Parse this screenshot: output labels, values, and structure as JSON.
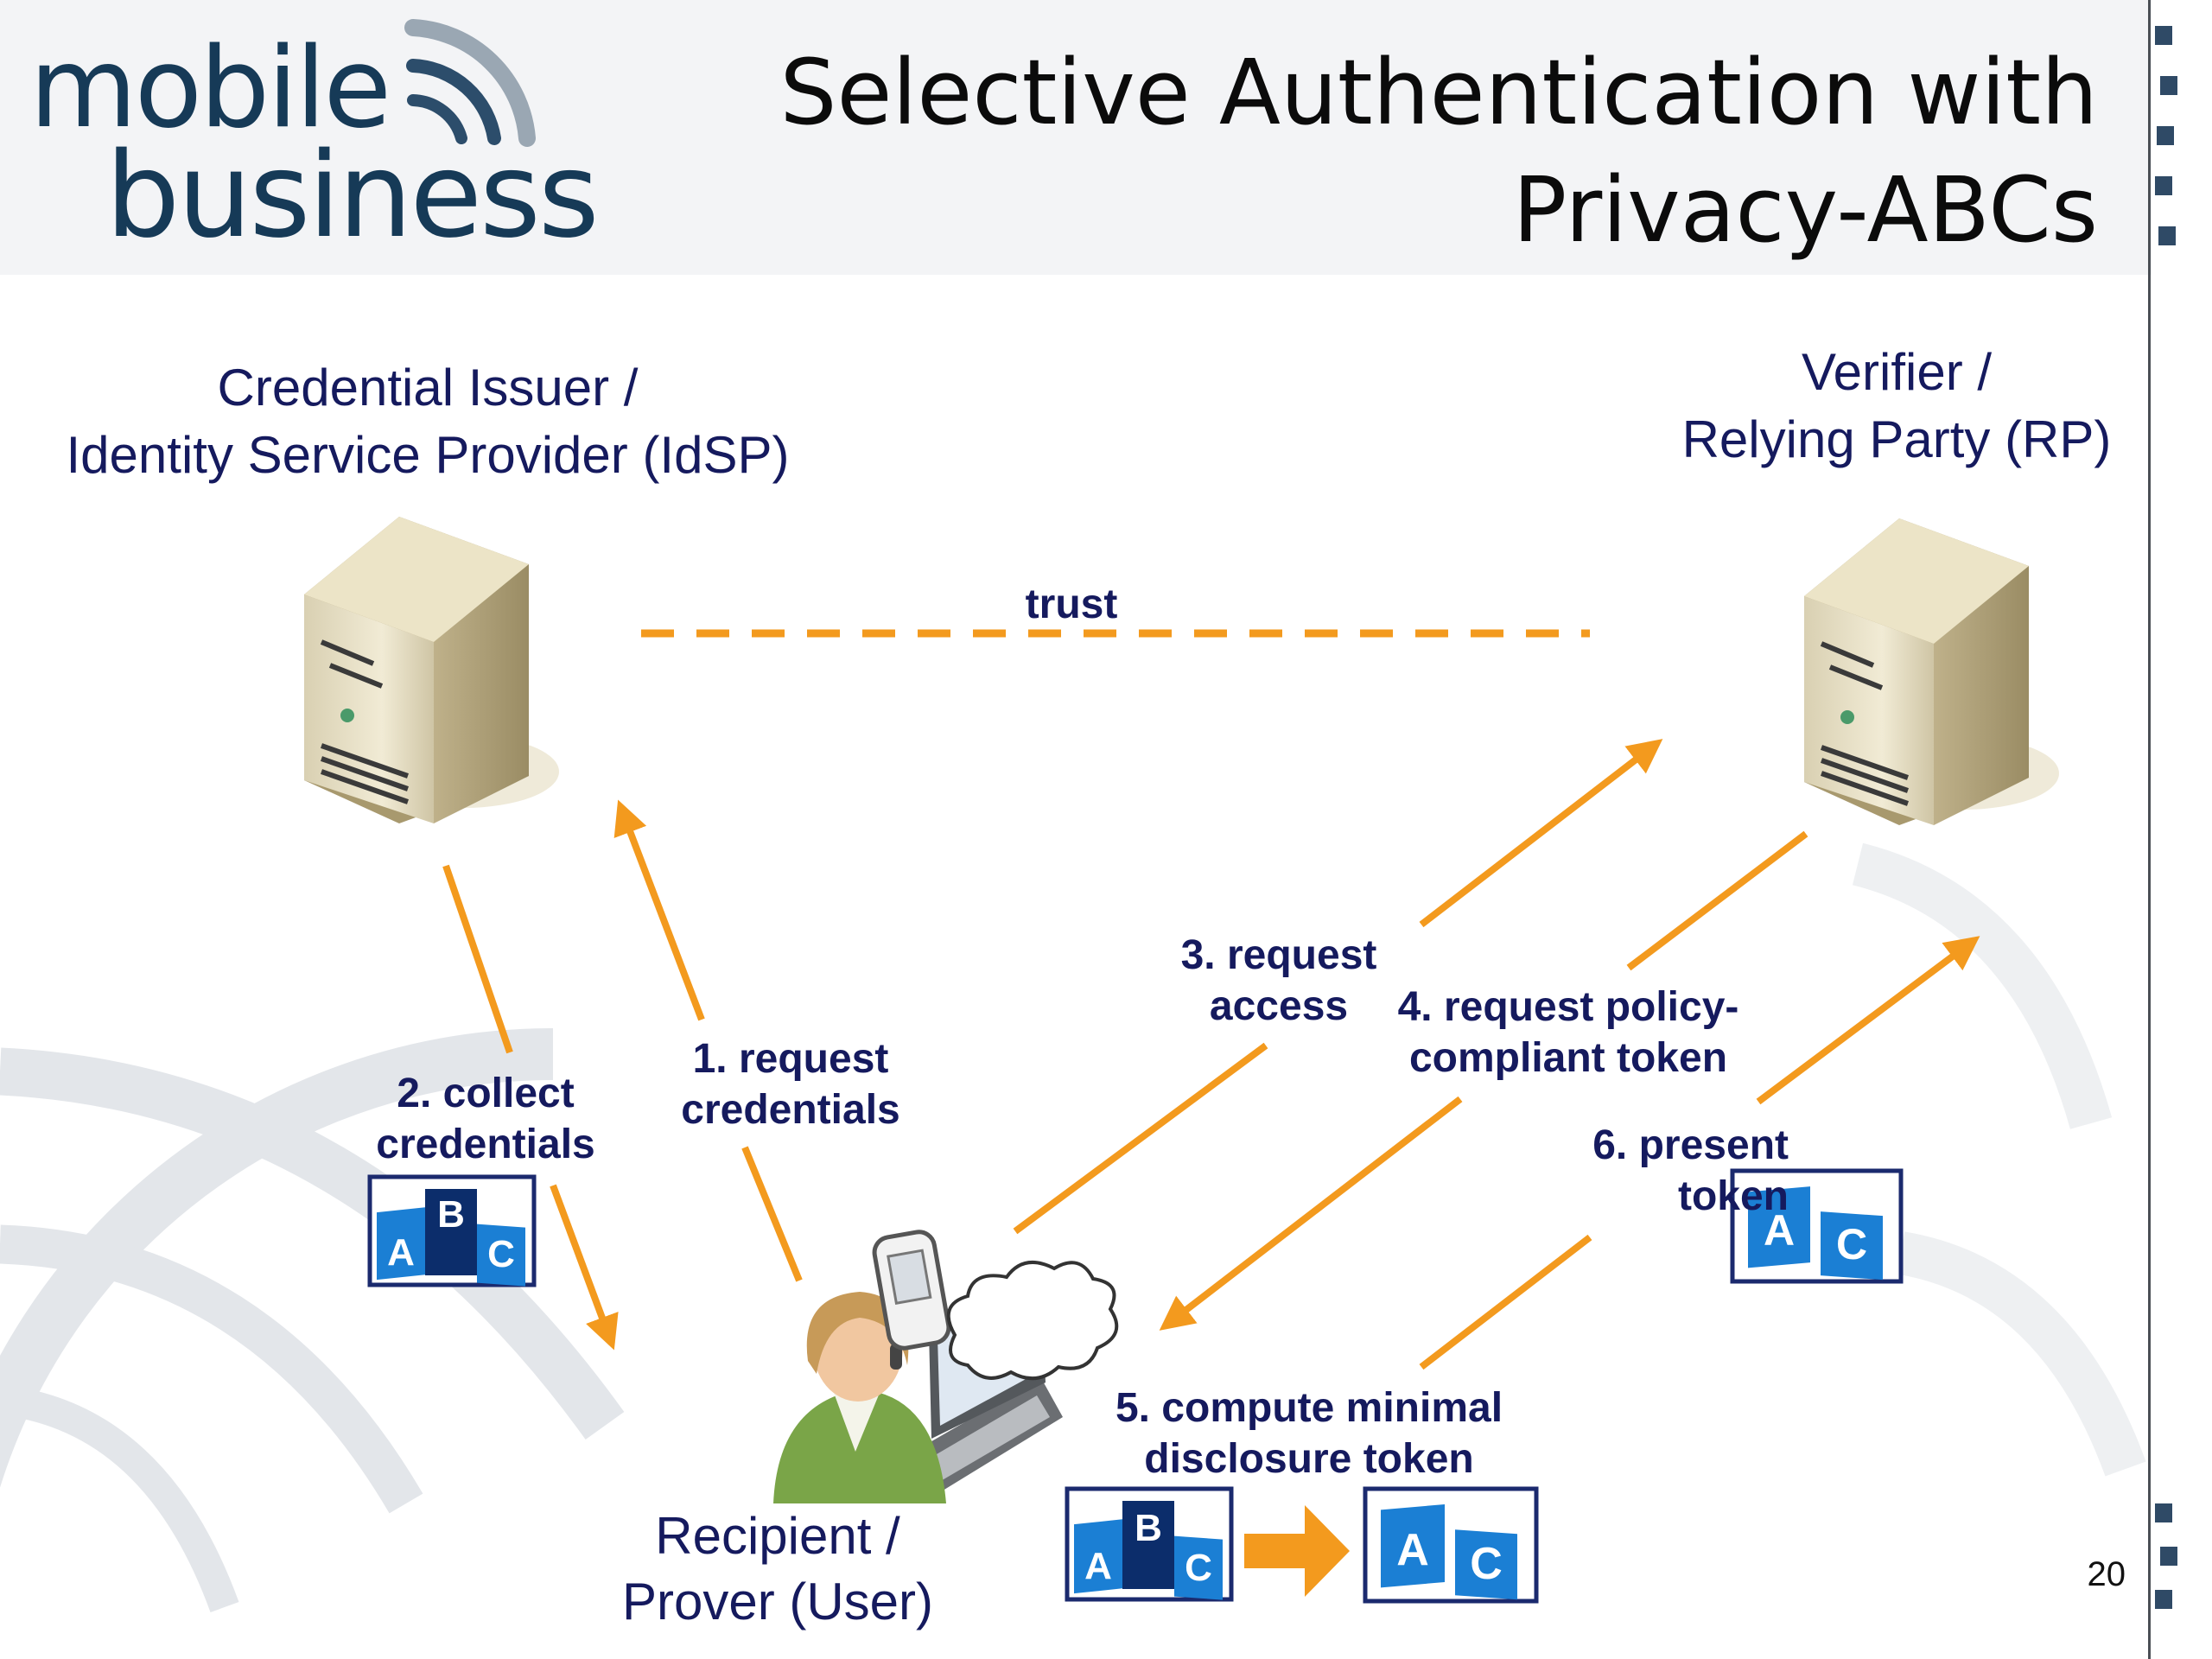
{
  "header": {
    "logo_line1": "mobile",
    "logo_line2": "business",
    "title_line1": "Selective Authentication with",
    "title_line2": "Privacy-ABCs"
  },
  "roles": {
    "issuer_line1": "Credential Issuer  /",
    "issuer_line2": "Identity Service Provider (IdSP)",
    "verifier_line1": "Verifier /",
    "verifier_line2": "Relying Party (RP)",
    "user_line1": "Recipient /",
    "user_line2": "Prover (User)"
  },
  "edges": {
    "trust": "trust",
    "step1_line1": "1. request",
    "step1_line2": "credentials",
    "step2_line1": "2. collect",
    "step2_line2": "credentials",
    "step3_line1": "3. request",
    "step3_line2": "access",
    "step4_line1": "4. request policy-",
    "step4_line2": "compliant token",
    "step5_line1": "5. compute minimal",
    "step5_line2": "disclosure token",
    "step6_line1": "6. present",
    "step6_line2": "token"
  },
  "cards": {
    "full_letters": [
      "A",
      "B",
      "C"
    ],
    "minimal_letters": [
      "A",
      "C"
    ]
  },
  "colors": {
    "arrow": "#f39a1e",
    "text": "#151a5e",
    "card_dark": "#0c2d6b",
    "card_light": "#1b7fd4"
  },
  "page_number": "20"
}
